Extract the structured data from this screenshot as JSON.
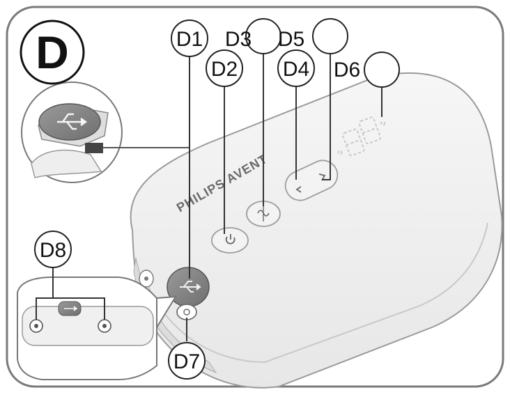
{
  "figure": {
    "section_label": "D",
    "labels": {
      "d1": "D1",
      "d2": "D2",
      "d3": "D3",
      "d4": "D4",
      "d5": "D5",
      "d6": "D6",
      "d7": "D7",
      "d8": "D8"
    },
    "brand_text": "PHILIPS  AVENT",
    "icons": {
      "usb": "usb-icon",
      "power": "power-icon",
      "pump_mode": "mode-icon",
      "minus": "chevron-left-icon",
      "plus": "chevron-right-icon",
      "display": "segment-display-icon"
    }
  }
}
